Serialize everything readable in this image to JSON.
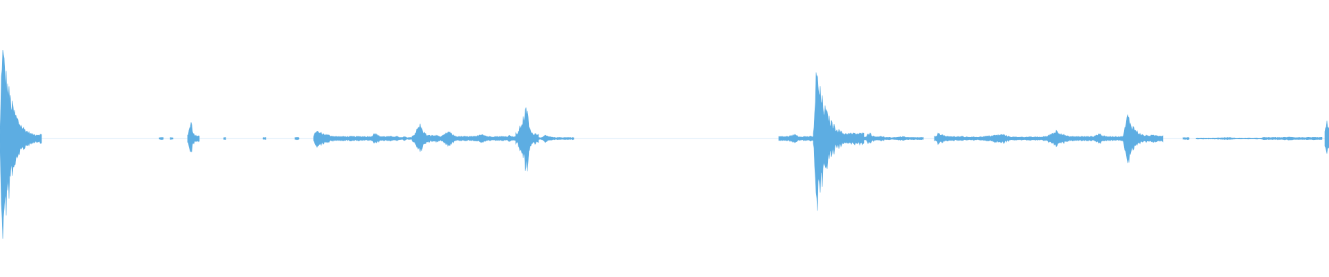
{
  "waveform": {
    "color": "#5dade2",
    "background": "#ffffff",
    "segments": [
      {
        "start": 0.0,
        "end": 0.031,
        "peak": 0.93,
        "attack": 0.05,
        "decay": 0.55,
        "floor": 0.04
      },
      {
        "start": 0.12,
        "end": 0.123,
        "peak": 0.01,
        "attack": 0.5,
        "decay": 0.5,
        "floor": 0.01
      },
      {
        "start": 0.128,
        "end": 0.13,
        "peak": 0.01,
        "attack": 0.5,
        "decay": 0.5,
        "floor": 0.01
      },
      {
        "start": 0.141,
        "end": 0.15,
        "peak": 0.2,
        "attack": 0.3,
        "decay": 0.5,
        "floor": 0.03
      },
      {
        "start": 0.168,
        "end": 0.17,
        "peak": 0.01,
        "attack": 0.5,
        "decay": 0.5,
        "floor": 0.01
      },
      {
        "start": 0.198,
        "end": 0.2,
        "peak": 0.01,
        "attack": 0.5,
        "decay": 0.5,
        "floor": 0.01
      },
      {
        "start": 0.222,
        "end": 0.225,
        "peak": 0.01,
        "attack": 0.5,
        "decay": 0.5,
        "floor": 0.01
      },
      {
        "start": 0.236,
        "end": 0.279,
        "peak": 0.08,
        "attack": 0.03,
        "decay": 0.6,
        "floor": 0.02
      },
      {
        "start": 0.279,
        "end": 0.3,
        "peak": 0.06,
        "attack": 0.1,
        "decay": 0.6,
        "floor": 0.02
      },
      {
        "start": 0.3,
        "end": 0.31,
        "peak": 0.02,
        "attack": 0.5,
        "decay": 0.5,
        "floor": 0.01
      },
      {
        "start": 0.31,
        "end": 0.33,
        "peak": 0.14,
        "attack": 0.3,
        "decay": 0.6,
        "floor": 0.03
      },
      {
        "start": 0.33,
        "end": 0.355,
        "peak": 0.07,
        "attack": 0.3,
        "decay": 0.6,
        "floor": 0.02
      },
      {
        "start": 0.355,
        "end": 0.38,
        "peak": 0.05,
        "attack": 0.3,
        "decay": 0.6,
        "floor": 0.02
      },
      {
        "start": 0.38,
        "end": 0.388,
        "peak": 0.04,
        "attack": 0.5,
        "decay": 0.5,
        "floor": 0.02
      },
      {
        "start": 0.388,
        "end": 0.405,
        "peak": 0.3,
        "attack": 0.5,
        "decay": 0.5,
        "floor": 0.05
      },
      {
        "start": 0.405,
        "end": 0.432,
        "peak": 0.03,
        "attack": 0.2,
        "decay": 0.6,
        "floor": 0.01
      },
      {
        "start": 0.586,
        "end": 0.612,
        "peak": 0.04,
        "attack": 0.5,
        "decay": 0.5,
        "floor": 0.02
      },
      {
        "start": 0.612,
        "end": 0.65,
        "peak": 0.65,
        "attack": 0.06,
        "decay": 0.5,
        "floor": 0.05
      },
      {
        "start": 0.65,
        "end": 0.665,
        "peak": 0.06,
        "attack": 0.3,
        "decay": 0.6,
        "floor": 0.02
      },
      {
        "start": 0.665,
        "end": 0.695,
        "peak": 0.02,
        "attack": 0.5,
        "decay": 0.5,
        "floor": 0.01
      },
      {
        "start": 0.703,
        "end": 0.725,
        "peak": 0.06,
        "attack": 0.15,
        "decay": 0.6,
        "floor": 0.02
      },
      {
        "start": 0.725,
        "end": 0.785,
        "peak": 0.04,
        "attack": 0.5,
        "decay": 0.5,
        "floor": 0.015
      },
      {
        "start": 0.785,
        "end": 0.82,
        "peak": 0.08,
        "attack": 0.3,
        "decay": 0.6,
        "floor": 0.02
      },
      {
        "start": 0.82,
        "end": 0.845,
        "peak": 0.05,
        "attack": 0.3,
        "decay": 0.6,
        "floor": 0.02
      },
      {
        "start": 0.845,
        "end": 0.875,
        "peak": 0.23,
        "attack": 0.12,
        "decay": 0.5,
        "floor": 0.03
      },
      {
        "start": 0.89,
        "end": 0.895,
        "peak": 0.01,
        "attack": 0.5,
        "decay": 0.5,
        "floor": 0.01
      },
      {
        "start": 0.9,
        "end": 0.95,
        "peak": 0.01,
        "attack": 0.5,
        "decay": 0.5,
        "floor": 0.005
      },
      {
        "start": 0.95,
        "end": 0.995,
        "peak": 0.015,
        "attack": 0.5,
        "decay": 0.5,
        "floor": 0.01
      },
      {
        "start": 0.997,
        "end": 1.0,
        "peak": 0.2,
        "attack": 0.5,
        "decay": 0.5,
        "floor": 0.1
      }
    ]
  }
}
